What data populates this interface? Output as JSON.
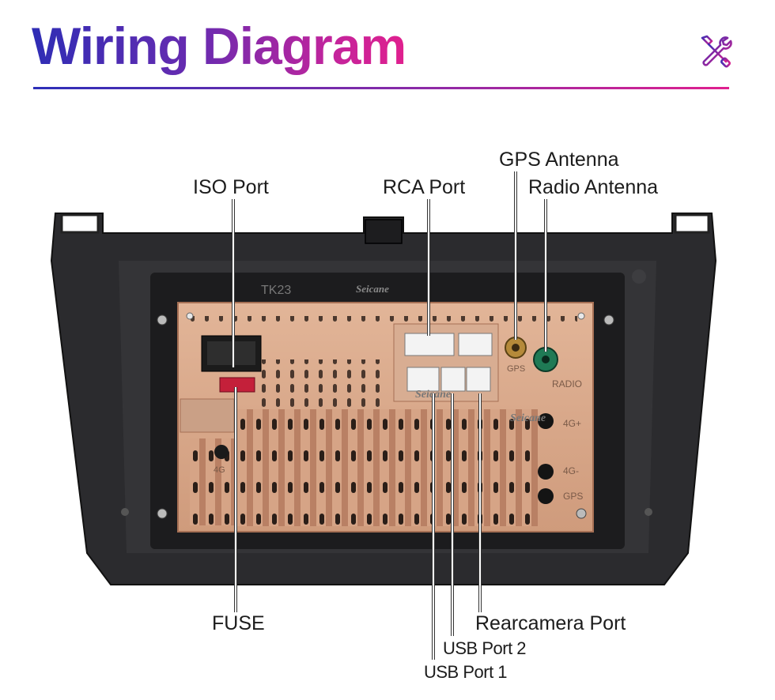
{
  "header": {
    "title": "Wiring Diagram",
    "icon": "tools-icon"
  },
  "labels": {
    "iso_port": "ISO Port",
    "rca_port": "RCA Port",
    "gps_antenna": "GPS Antenna",
    "radio_antenna": "Radio Antenna",
    "fuse": "FUSE",
    "rearcamera_port": "Rearcamera Port",
    "usb_port_2": "USB Port 2",
    "usb_port_1": "USB Port 1"
  },
  "device_markings": {
    "brand_1": "Seicane",
    "brand_2": "Seicane",
    "brand_3": "Seicane",
    "gps": "GPS",
    "radio": "RADIO",
    "fourg_plus": "4G+",
    "fourg_minus": "4G-",
    "gps_2": "GPS",
    "fourg_left": "4G",
    "model": "TK23"
  },
  "colors": {
    "title_start": "#2f2db5",
    "title_end": "#e0208e",
    "unit_tan": "#d9a88a",
    "bezel": "#2a2a2c",
    "fuse": "#c4203a",
    "antenna": "#1f7a55"
  }
}
